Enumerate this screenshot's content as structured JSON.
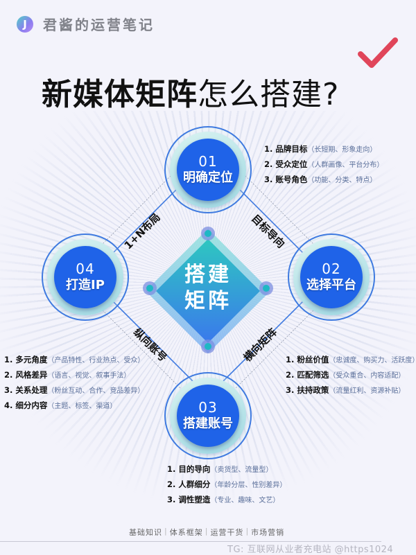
{
  "header": {
    "logo_letter": "J",
    "brand_name": "君酱的运营笔记",
    "check_icon": "check-mark-icon",
    "check_color": "#e0455a"
  },
  "title": {
    "bold_part": "新媒体矩阵",
    "light_part": "怎么搭建?"
  },
  "colors": {
    "node_blue": "#1f63e8",
    "diamond_teal": "#2ec7c0",
    "diamond_blue": "#3a79ec",
    "line_blue": "#3f7ae0"
  },
  "center": {
    "line1": "搭建",
    "line2": "矩阵"
  },
  "nodes": [
    {
      "id": "01",
      "label": "明确定位",
      "items": [
        {
          "head": "1. 品牌目标",
          "note": "（长短期、形象走向）"
        },
        {
          "head": "2. 受众定位",
          "note": "（人群画像、平台分布）"
        },
        {
          "head": "3. 账号角色",
          "note": "（功能、分类、特点）"
        }
      ]
    },
    {
      "id": "02",
      "label": "选择平台",
      "items": [
        {
          "head": "1. 粉丝价值",
          "note": "（忠诚度、购买力、活跃度）"
        },
        {
          "head": "2. 匹配筛选",
          "note": "（受众重合、内容适配）"
        },
        {
          "head": "3. 扶持政策",
          "note": "（流量红利、资源补贴）"
        }
      ]
    },
    {
      "id": "03",
      "label": "搭建账号",
      "items": [
        {
          "head": "1. 目的导向",
          "note": "（卖货型、流量型）"
        },
        {
          "head": "2. 人群细分",
          "note": "（年龄分层、性别差异）"
        },
        {
          "head": "3. 调性塑造",
          "note": "（专业、趣味、文艺）"
        }
      ]
    },
    {
      "id": "04",
      "label": "打造IP",
      "items": [
        {
          "head": "1. 多元角度",
          "note": "（产品特性、行业热点、受众）"
        },
        {
          "head": "2. 风格差异",
          "note": "（语言、视觉、叙事手法）"
        },
        {
          "head": "3. 关系处理",
          "note": "（粉丝互动、合作、竞品差异）"
        },
        {
          "head": "4. 细分内容",
          "note": "（主题、标签、渠道）"
        }
      ]
    }
  ],
  "edges": {
    "top_left": "1+N布局",
    "top_right": "目标导向",
    "bottom_left": "纵向账号",
    "bottom_right": "横向矩阵"
  },
  "footer": {
    "tags": [
      "基础知识",
      "体系框架",
      "运营干货",
      "市场营销"
    ],
    "watermark": "TG: 互联网从业者充电站 @https1024"
  }
}
